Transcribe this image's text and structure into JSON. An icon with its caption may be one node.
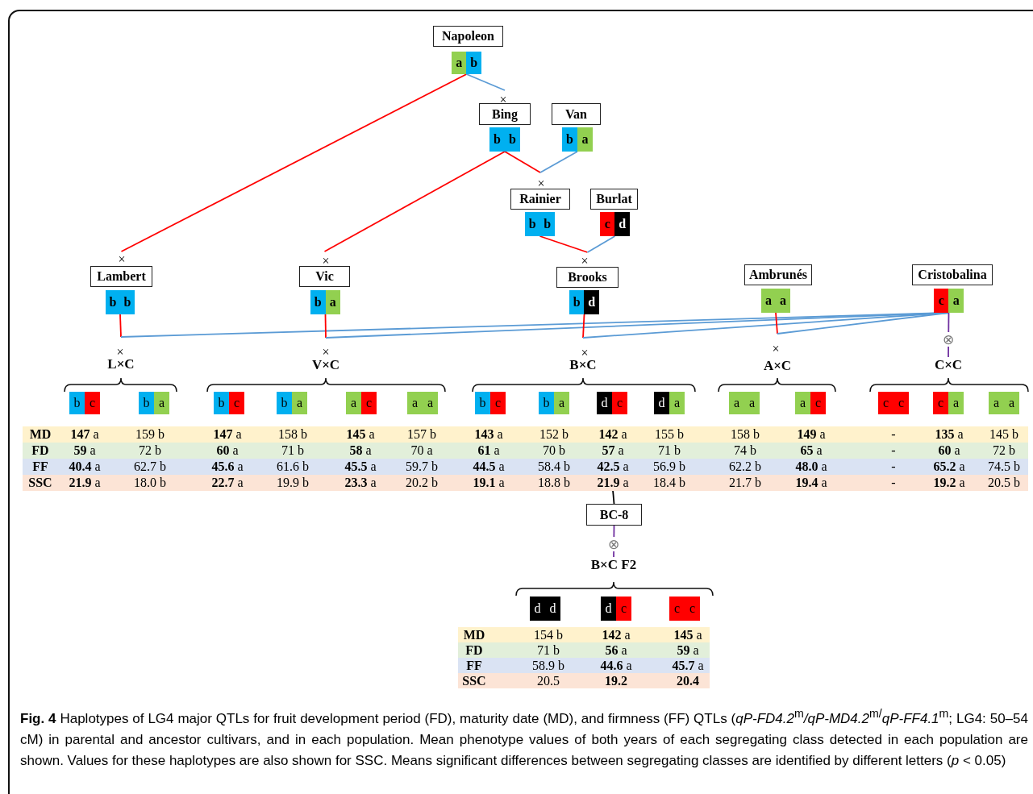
{
  "diagram": {
    "caption": "**Fig. 4** Haplotypes of LG4 major QTLs for fruit development period (FD), maturity date (MD), and firmness (FF) QTLs (*qP-FD4.2*$^{m}$*/qP-MD4.2*$^{m/}$*qP-FF4.1*$^{m}$; LG4: 50–54 cM) in parental and ancestor cultivars, and in each population. Mean phenotype values of both years of each segregating class detected in each population are shown. Values for these haplotypes are also shown for SSC. Means significant differences between segregating classes are identified by different letters (*p* < 0.05)",
    "nodes": [
      {
        "text": [
          "Napoleon"
        ]
      },
      {
        "text": [
          "a",
          "b"
        ]
      },
      {
        "text": [
          "Bing"
        ]
      },
      {
        "text": [
          "b",
          "b"
        ]
      },
      {
        "text": [
          "Van"
        ]
      },
      {
        "text": [
          "b",
          "a"
        ]
      },
      {
        "text": [
          "Rainier"
        ]
      },
      {
        "text": [
          "b",
          "b"
        ]
      },
      {
        "text": [
          "Burlat"
        ]
      },
      {
        "text": [
          "c",
          "d"
        ]
      },
      {
        "text": [
          "Lambert"
        ]
      },
      {
        "text": [
          "b",
          "b"
        ]
      },
      {
        "text": [
          "Vic"
        ]
      },
      {
        "text": [
          "b",
          "a"
        ]
      },
      {
        "text": [
          "Brooks"
        ]
      },
      {
        "text": [
          "b",
          "d"
        ]
      },
      {
        "text": [
          "Ambrunés"
        ]
      },
      {
        "text": [
          "a",
          "a"
        ]
      },
      {
        "text": [
          "Cristobalina"
        ]
      },
      {
        "text": [
          "c",
          "a"
        ]
      },
      {
        "text": [
          "L×C"
        ]
      },
      {
        "text": [
          "V×C"
        ]
      },
      {
        "text": [
          "B×C"
        ]
      },
      {
        "text": [
          "A×C"
        ]
      },
      {
        "text": [
          "C×C"
        ]
      },
      {
        "text": [
          "b",
          "c"
        ]
      },
      {
        "text": [
          "b",
          "a"
        ]
      },
      {
        "text": [
          "b",
          "c"
        ]
      },
      {
        "text": [
          "b",
          "a"
        ]
      },
      {
        "text": [
          "a",
          "c"
        ]
      },
      {
        "text": [
          "a",
          "a"
        ]
      },
      {
        "text": [
          "b",
          "c"
        ]
      },
      {
        "text": [
          "b",
          "a"
        ]
      },
      {
        "text": [
          "d",
          "c"
        ]
      },
      {
        "text": [
          "d",
          "a"
        ]
      },
      {
        "text": [
          "a",
          "a"
        ]
      },
      {
        "text": [
          "a",
          "c"
        ]
      },
      {
        "text": [
          "c",
          "c"
        ]
      },
      {
        "text": [
          "c",
          "a"
        ]
      },
      {
        "text": [
          "a",
          "a"
        ]
      },
      {
        "text": [
          "BC-8"
        ]
      },
      {
        "text": [
          "B×C F2"
        ]
      },
      {
        "text": [
          "d",
          "d"
        ]
      },
      {
        "text": [
          "d",
          "c"
        ]
      },
      {
        "text": [
          "c",
          "c"
        ]
      },
      {
        "text": [
          "**21.9** a"
        ]
      }
    ],
    "edges": [
      {
        "from": 1,
        "to": 10,
        "arrow": "none"
      },
      {
        "from": 1,
        "to": 2,
        "arrow": "none",
        "color": "#5b9bd5"
      },
      {
        "from": 3,
        "to": 12,
        "arrow": "none"
      },
      {
        "from": 3,
        "to": 6,
        "arrow": "none"
      },
      {
        "from": 5,
        "to": 6,
        "arrow": "none",
        "color": "#5b9bd5"
      },
      {
        "from": 7,
        "to": 14,
        "arrow": "none"
      },
      {
        "from": 9,
        "to": 14,
        "arrow": "none",
        "color": "#5b9bd5"
      },
      {
        "from": 11,
        "to": 20,
        "arrow": "none"
      },
      {
        "from": 19,
        "to": 20,
        "arrow": "none",
        "color": "#5b9bd5"
      },
      {
        "from": 13,
        "to": 21,
        "arrow": "none"
      },
      {
        "from": 19,
        "to": 21,
        "arrow": "none",
        "color": "#5b9bd5"
      },
      {
        "from": 15,
        "to": 22,
        "arrow": "none"
      },
      {
        "from": 19,
        "to": 22,
        "arrow": "none",
        "color": "#5b9bd5"
      },
      {
        "from": 17,
        "to": 23,
        "arrow": "none"
      },
      {
        "from": 19,
        "to": 23,
        "arrow": "none",
        "color": "#5b9bd5"
      },
      {
        "from": 19,
        "to": 24,
        "label": "⊗",
        "arrow": "none",
        "color": "#7030a0"
      },
      {
        "from": 45,
        "to": 40,
        "arrow": "none",
        "color": "#000000"
      },
      {
        "from": 40,
        "to": 41,
        "label": "⊗",
        "arrow": "none",
        "color": "#7030a0"
      }
    ],
    "labels": [
      "×",
      "×",
      "×",
      "×",
      "×",
      "×",
      "×",
      "×",
      "×",
      "MD",
      "**147** a",
      "159 b",
      "**147** a",
      "158 b",
      "**145** a",
      "157 b",
      "**143** a",
      "152 b",
      "**142** a",
      "155 b",
      "158 b",
      "**149** a",
      "-",
      "**135** a",
      "145 b",
      "FD",
      "**59** a",
      "72 b",
      "**60** a",
      "71 b",
      "**58** a",
      "70 a",
      "**61** a",
      "70 b",
      "**57** a",
      "71 b",
      "74 b",
      "**65** a",
      "-",
      "**60** a",
      "72 b",
      "FF",
      "**40.4** a",
      "62.7 b",
      "**45.6** a",
      "61.6 b",
      "**45.5** a",
      "59.7 b",
      "**44.5** a",
      "58.4 b",
      "**42.5** a",
      "56.9 b",
      "62.2 b",
      "**48.0** a",
      "-",
      "**65.2** a",
      "74.5 b",
      "SSC",
      "**21.9** a",
      "18.0 b",
      "**22.7** a",
      "19.9 b",
      "**23.3** a",
      "20.2 b",
      "**19.1** a",
      "18.8 b",
      "18.4 b",
      "21.7 b",
      "**19.4** a",
      "-",
      "**19.2** a",
      "20.5 b",
      "MD",
      "154 b",
      "**142** a",
      "**145** a",
      "FD",
      "71 b",
      "**56** a",
      "**59** a",
      "FF",
      "58.9 b",
      "**44.6** a",
      "**45.7** a",
      "SSC",
      "20.5",
      "19.2",
      "20.4"
    ]
  }
}
